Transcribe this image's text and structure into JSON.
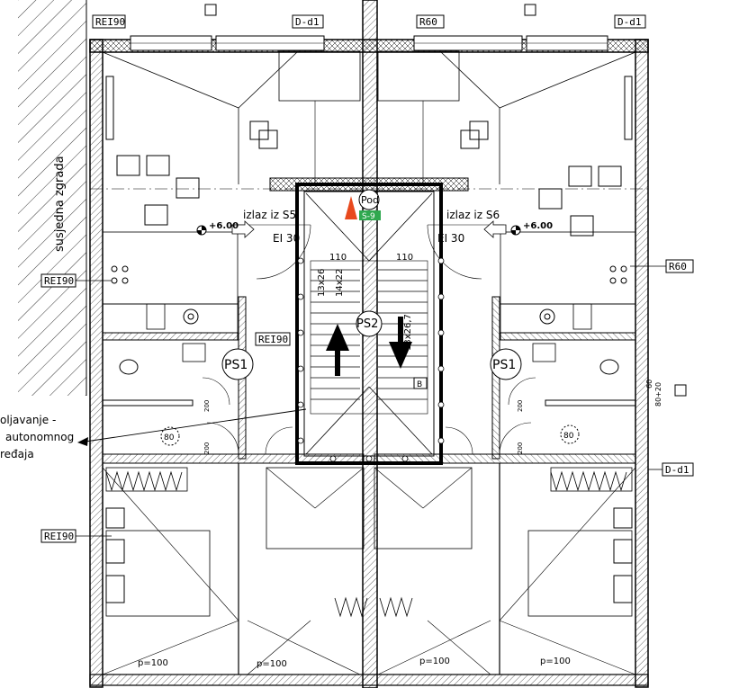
{
  "labels": {
    "neighbor_building": "susjedna zgrada",
    "fire_class_rei90_1": "REI90",
    "fire_class_rei90_2": "REI90",
    "fire_class_rei90_3": "REI90",
    "fire_class_rei90_4": "REI90",
    "fire_class_r60_1": "R60",
    "fire_class_r60_2": "R60",
    "fire_class_dd1_1": "D-d1",
    "fire_class_dd1_2": "D-d1",
    "fire_class_dd1_3": "D-d1",
    "exit_left": "izlaz iz S5",
    "exit_right": "izlaz iz S6",
    "door_rating_left": "EI 30",
    "door_rating_right": "EI 30",
    "elevation_left": "+6.00",
    "elevation_right": "+6.00",
    "hydrant_label": "Pod",
    "extinguisher_label": "S-9",
    "stair_label": "PS2",
    "unit_label_left": "PS1",
    "unit_label_right": "PS1",
    "detector_left": "80",
    "detector_right": "80",
    "stair_dims_left": "13x26",
    "stair_dims_left_2": "14x22",
    "stair_dims_right": "13x26,7",
    "stair_width_left": "110",
    "stair_width_right": "110",
    "dim_200_a": "200",
    "dim_200_b": "200",
    "dim_200_c": "200",
    "dim_200_d": "200",
    "dim_60": "60",
    "dim_80_20": "80+20",
    "pool_left": "p=100",
    "pool_mid_left": "p=100",
    "pool_mid_right": "p=100",
    "pool_right": "p=100",
    "note_line1": "oljavanje -",
    "note_line2": "autonomnog",
    "note_line3": "ređaja",
    "stamp_b": "B"
  }
}
